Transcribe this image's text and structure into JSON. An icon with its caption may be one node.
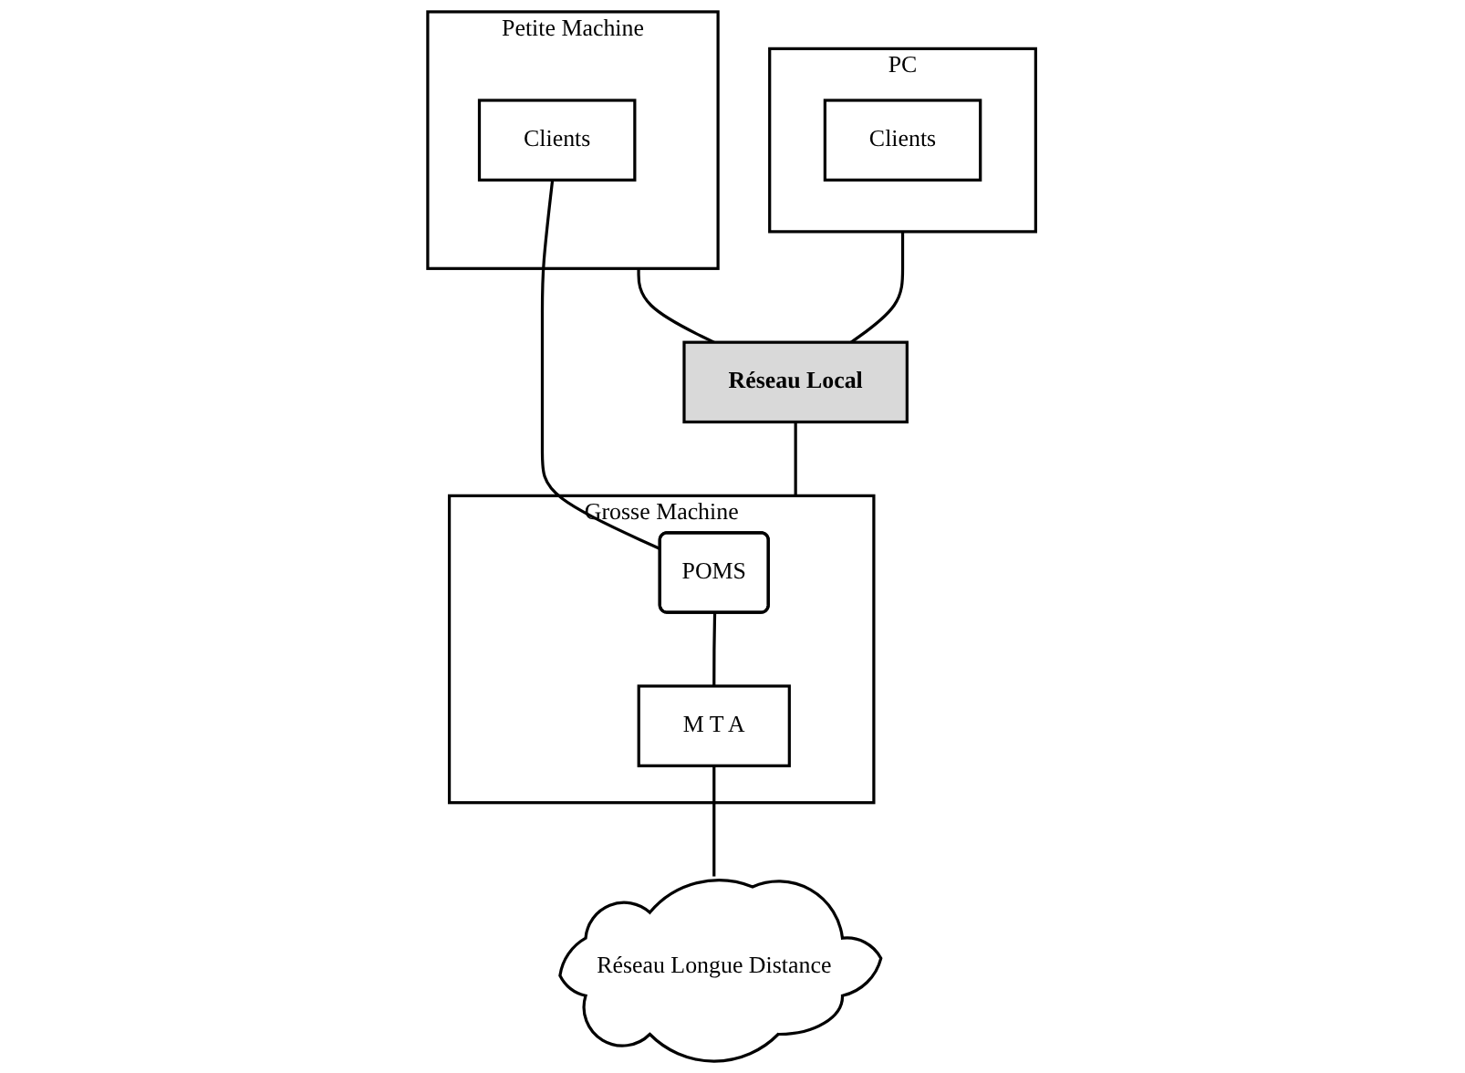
{
  "diagram": {
    "nodes": [
      {
        "text": [
          "Petite Machine"
        ]
      },
      {
        "text": [
          "Clients"
        ],
        "in": 0
      },
      {
        "text": [
          "PC"
        ]
      },
      {
        "text": [
          "Clients"
        ],
        "in": 2
      },
      {
        "text": [
          "Réseau Local"
        ]
      },
      {
        "text": [
          "Grosse Machine"
        ]
      },
      {
        "text": [
          "POMS"
        ],
        "in": 5
      },
      {
        "text": [
          "M T A"
        ],
        "in": 5
      },
      {
        "text": [
          "Réseau Longue Distance"
        ]
      }
    ],
    "edges": [
      {
        "from": 0,
        "to": 4,
        "arrow": "none"
      },
      {
        "from": 2,
        "to": 4,
        "arrow": "none"
      },
      {
        "from": 1,
        "to": 6,
        "arrow": "none"
      },
      {
        "from": 4,
        "to": 5,
        "arrow": "none"
      },
      {
        "from": 6,
        "to": 7,
        "arrow": "none"
      },
      {
        "from": 7,
        "to": 8,
        "arrow": "none"
      }
    ]
  }
}
